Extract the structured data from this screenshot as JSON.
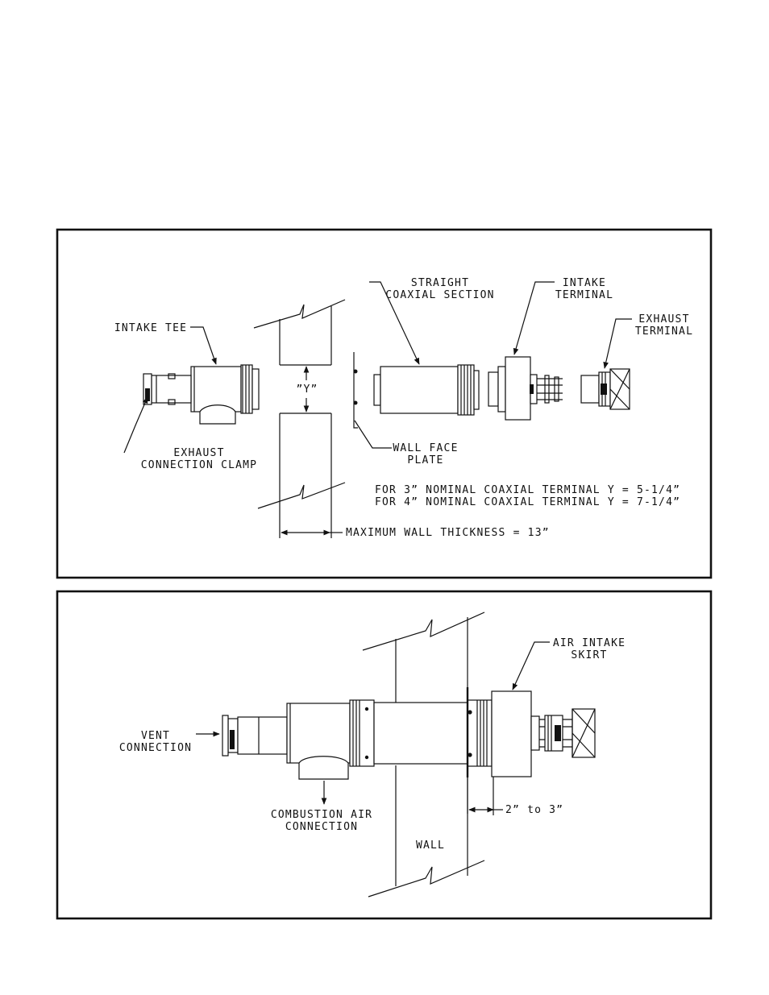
{
  "panel1": {
    "labels": {
      "straight_1": "STRAIGHT",
      "straight_2": "COAXIAL SECTION",
      "intake_term_1": "INTAKE",
      "intake_term_2": "TERMINAL",
      "exhaust_term_1": "EXHAUST",
      "exhaust_term_2": "TERMINAL",
      "intake_tee": "INTAKE TEE",
      "y_dim": "”Y”",
      "exhaust_clamp_1": "EXHAUST",
      "exhaust_clamp_2": "CONNECTION CLAMP",
      "wall_face_1": "WALL FACE",
      "wall_face_2": "PLATE",
      "note_3in": "FOR 3” NOMINAL COAXIAL TERMINAL Y = 5-1/4”",
      "note_4in": "FOR 4” NOMINAL COAXIAL TERMINAL Y = 7-1/4”",
      "max_wall": "MAXIMUM WALL THICKNESS = 13”"
    }
  },
  "panel2": {
    "labels": {
      "air_skirt_1": "AIR INTAKE",
      "air_skirt_2": "SKIRT",
      "vent_1": "VENT",
      "vent_2": "CONNECTION",
      "combustion_1": "COMBUSTION AIR",
      "combustion_2": "CONNECTION",
      "gap_dim": "2” to 3”",
      "wall": "WALL"
    }
  }
}
